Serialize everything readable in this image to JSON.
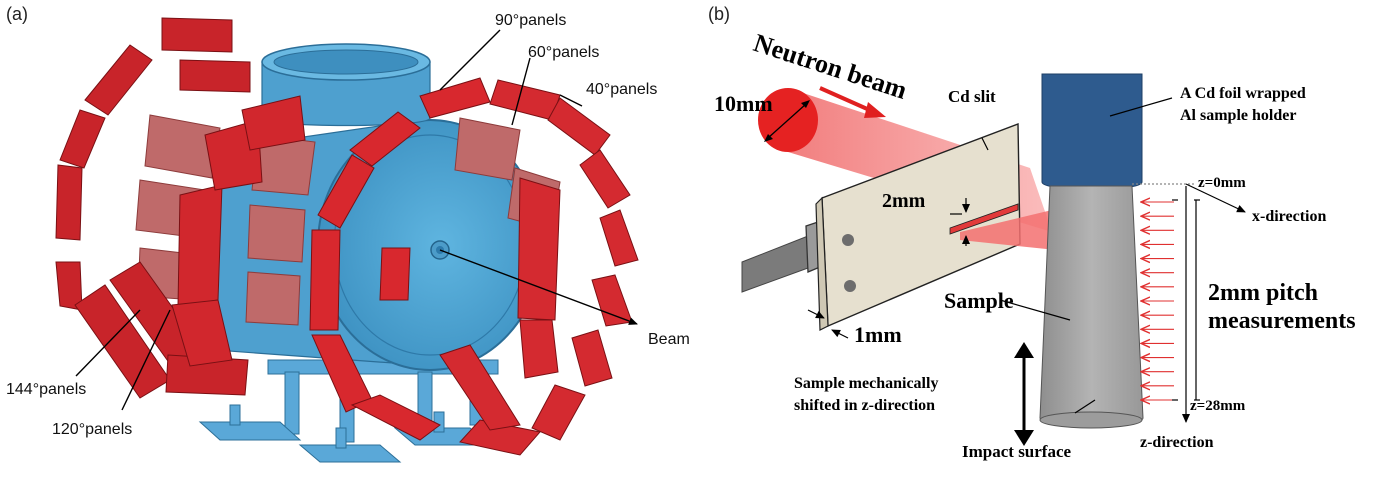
{
  "panel_a": {
    "letter": "(a)",
    "labels": {
      "p90": "90°panels",
      "p60": "60°panels",
      "p40": "40°panels",
      "p144": "144°panels",
      "p120": "120°panels",
      "beam": "Beam"
    }
  },
  "panel_b": {
    "letter": "(b)",
    "labels": {
      "neutron_beam": "Neutron beam",
      "beam_diameter": "10mm",
      "cd_slit": "Cd slit",
      "holder_line1": "A Cd foil wrapped",
      "holder_line2": "Al sample holder",
      "z0": "z=0mm",
      "x_direction": "x-direction",
      "slit_gap": "2mm",
      "pitch_line1": "2mm pitch",
      "pitch_line2": "measurements",
      "sample": "Sample",
      "plate_thickness": "1mm",
      "shift_line1": "Sample mechanically",
      "shift_line2": "shifted in z-direction",
      "z28": "z=28mm",
      "impact": "Impact surface",
      "z_direction": "z-direction"
    }
  },
  "colors": {
    "panel_red": "#d0252b",
    "panel_dark": "#8e1418",
    "panel_pink": "#b86060",
    "vessel_blue": "#55a9d6",
    "vessel_dark": "#2f7fae",
    "holder_blue": "#2e5b8e",
    "sample_gray": "#a8a8a8",
    "slit_beige": "#e6e0cf",
    "beam_red": "#e02020"
  }
}
